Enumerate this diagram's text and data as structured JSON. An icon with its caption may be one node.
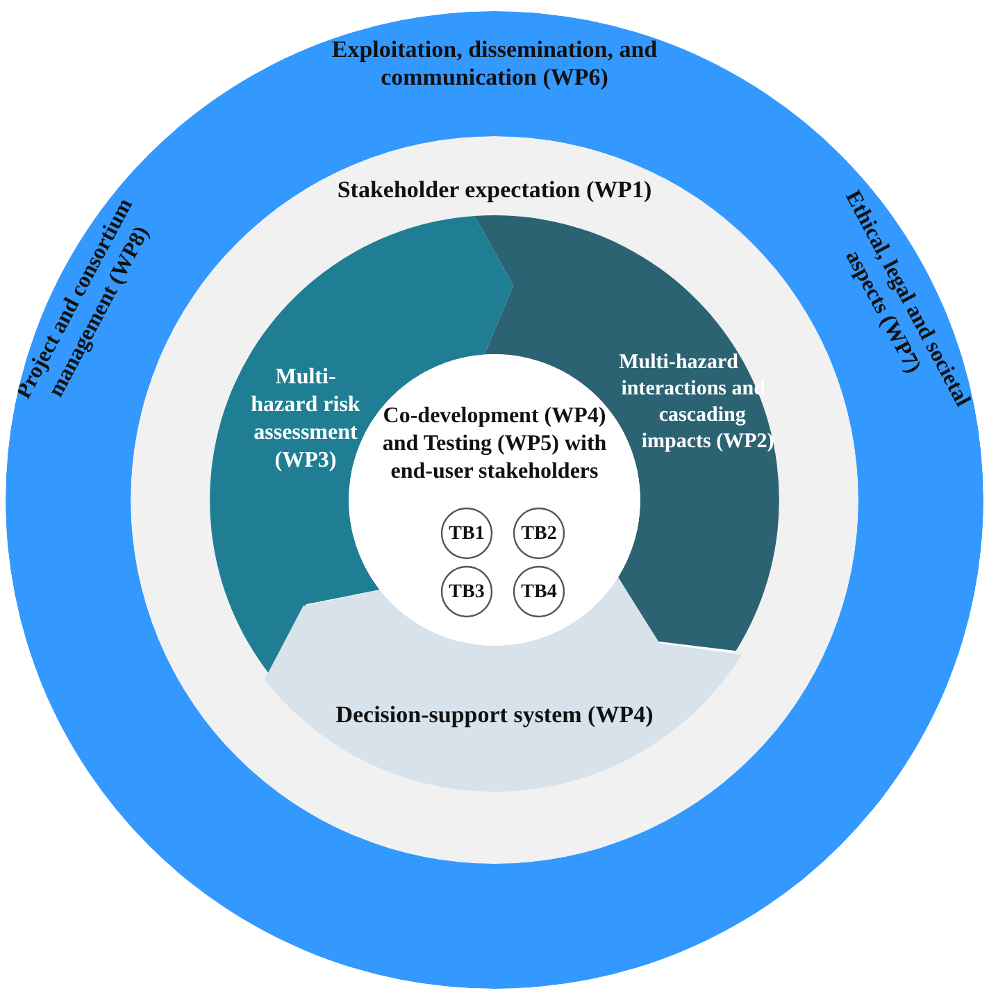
{
  "diagram": {
    "nodes": [
      {
        "text": [
          "Exploitation, dissemination, and communication (WP6)",
          "Project and consortium management (WP8)",
          "Ethical, legal and societal aspects (WP7)"
        ]
      },
      {
        "text": [
          "Stakeholder expectation (WP1)"
        ],
        "in": 0
      },
      {
        "text": [
          "Multi-hazard interactions and cascading impacts (WP2)"
        ],
        "in": 1
      },
      {
        "text": [
          "Multi-hazard risk assessment (WP3)"
        ],
        "in": 1
      },
      {
        "text": [
          "Decision-support system (WP4)"
        ],
        "in": 1
      },
      {
        "text": [
          "Co-development (WP4) and Testing (WP5) with end-user stakeholders"
        ],
        "in": 1
      },
      {
        "text": [
          "TB1"
        ],
        "in": 5
      },
      {
        "text": [
          "TB2"
        ],
        "in": 5
      },
      {
        "text": [
          "TB3"
        ],
        "in": 5
      },
      {
        "text": [
          "TB4"
        ],
        "in": 5
      }
    ],
    "edges": []
  }
}
